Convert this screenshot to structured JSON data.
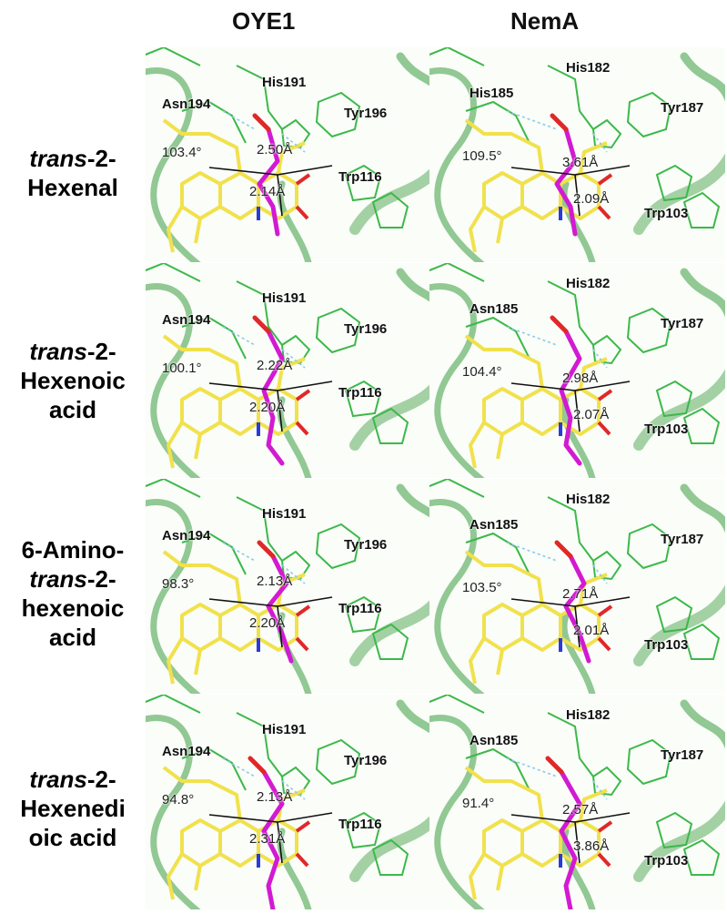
{
  "columns": [
    "OYE1",
    "NemA"
  ],
  "rows": [
    {
      "parts": [
        {
          "text": "trans",
          "italic": true
        },
        {
          "text": "-2-",
          "italic": false
        },
        {
          "br": true
        },
        {
          "text": "Hexenal",
          "italic": false
        }
      ]
    },
    {
      "parts": [
        {
          "text": "trans",
          "italic": true
        },
        {
          "text": "-2-",
          "italic": false
        },
        {
          "br": true
        },
        {
          "text": "Hexenoic",
          "italic": false
        },
        {
          "br": true
        },
        {
          "text": "acid",
          "italic": false
        }
      ]
    },
    {
      "parts": [
        {
          "text": "6-Amino-",
          "italic": false
        },
        {
          "br": true
        },
        {
          "text": "trans",
          "italic": true
        },
        {
          "text": "-2-",
          "italic": false
        },
        {
          "br": true
        },
        {
          "text": "hexenoic",
          "italic": false
        },
        {
          "br": true
        },
        {
          "text": "acid",
          "italic": false
        }
      ]
    },
    {
      "parts": [
        {
          "text": "trans",
          "italic": true
        },
        {
          "text": "-2-",
          "italic": false
        },
        {
          "br": true
        },
        {
          "text": "Hexenedi",
          "italic": false
        },
        {
          "br": true
        },
        {
          "text": "oic acid",
          "italic": false
        }
      ]
    }
  ],
  "panels": [
    {
      "column": "OYE1",
      "row": 0,
      "residues": [
        "Asn194",
        "His191",
        "Tyr196",
        "Trp116"
      ],
      "angle": "103.4°",
      "distances": [
        "2.50Å",
        "2.14Å"
      ]
    },
    {
      "column": "NemA",
      "row": 0,
      "residues": [
        "His185",
        "His182",
        "Tyr187",
        "Trp103"
      ],
      "angle": "109.5°",
      "distances": [
        "3.61Å",
        "2.09Å"
      ]
    },
    {
      "column": "OYE1",
      "row": 1,
      "residues": [
        "Asn194",
        "His191",
        "Tyr196",
        "Trp116"
      ],
      "angle": "100.1°",
      "distances": [
        "2.22Å",
        "2.20Å"
      ]
    },
    {
      "column": "NemA",
      "row": 1,
      "residues": [
        "Asn185",
        "His182",
        "Tyr187",
        "Trp103"
      ],
      "angle": "104.4°",
      "distances": [
        "2.98Å",
        "2.07Å"
      ]
    },
    {
      "column": "OYE1",
      "row": 2,
      "residues": [
        "Asn194",
        "His191",
        "Tyr196",
        "Trp116"
      ],
      "angle": "98.3°",
      "distances": [
        "2.13Å",
        "2.20Å"
      ]
    },
    {
      "column": "NemA",
      "row": 2,
      "residues": [
        "Asn185",
        "His182",
        "Tyr187",
        "Trp103"
      ],
      "angle": "103.5°",
      "distances": [
        "2.71Å",
        "2.01Å"
      ]
    },
    {
      "column": "OYE1",
      "row": 3,
      "residues": [
        "Asn194",
        "His191",
        "Tyr196",
        "Trp116"
      ],
      "angle": "94.8°",
      "distances": [
        "2.13Å",
        "2.31Å"
      ]
    },
    {
      "column": "NemA",
      "row": 3,
      "residues": [
        "Asn185",
        "His182",
        "Tyr187",
        "Trp103"
      ],
      "angle": "91.4°",
      "distances": [
        "2.57Å",
        "3.86Å"
      ]
    }
  ],
  "colors": {
    "protein": "#3cb84a",
    "ribbon": "#3a9c3f",
    "flavin": "#f1e14c",
    "substrate": "#d21ad2",
    "oxygen": "#e02828",
    "nitrogen": "#2a3cd8",
    "hbond": "#8fc9e8"
  }
}
